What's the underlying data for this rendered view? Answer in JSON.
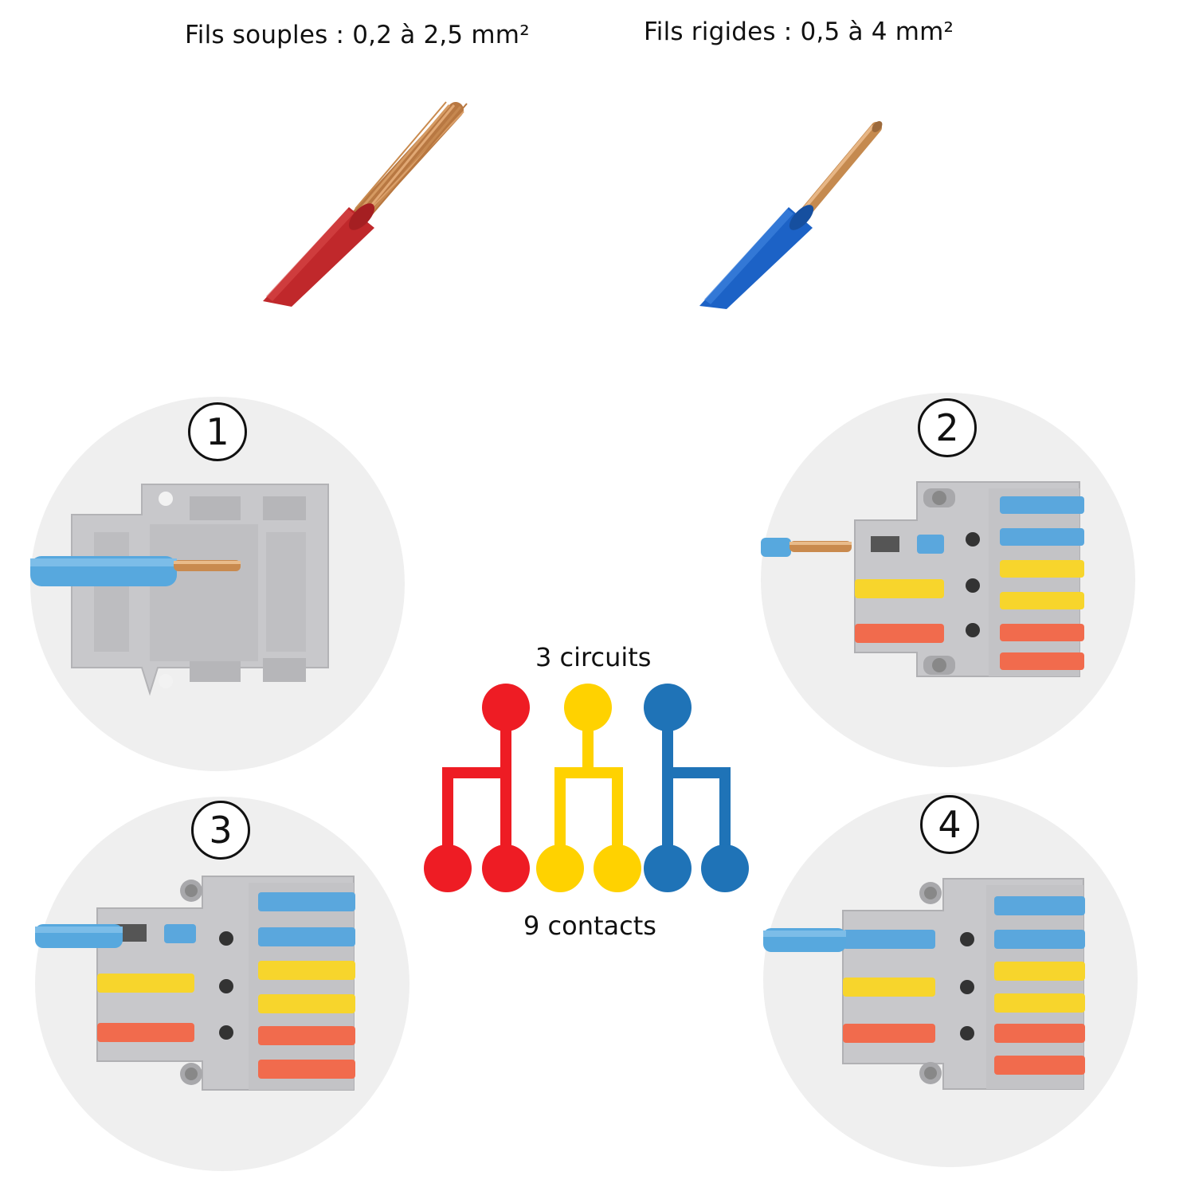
{
  "wires": {
    "flexible_label": "Fils souples : 0,2 à 2,5 mm²",
    "rigid_label": "Fils rigides : 0,5 à 4 mm²"
  },
  "steps": [
    {
      "number": "1"
    },
    {
      "number": "2"
    },
    {
      "number": "3"
    },
    {
      "number": "4"
    }
  ],
  "diagram": {
    "circuits_label": "3 circuits",
    "contacts_label": "9 contacts"
  },
  "colors": {
    "red": "#ee1c24",
    "yellow": "#ffd200",
    "blue": "#1f73b7",
    "wire_red": "#c0282b",
    "wire_blue": "#1c62c6",
    "copper": "#c98a4e",
    "connector_grey": "#c9c9cc",
    "lever_blue": "#5aa7dd",
    "lever_yellow": "#f7d52c",
    "lever_orange": "#f16b4d",
    "cable_blue": "#57a8de"
  }
}
